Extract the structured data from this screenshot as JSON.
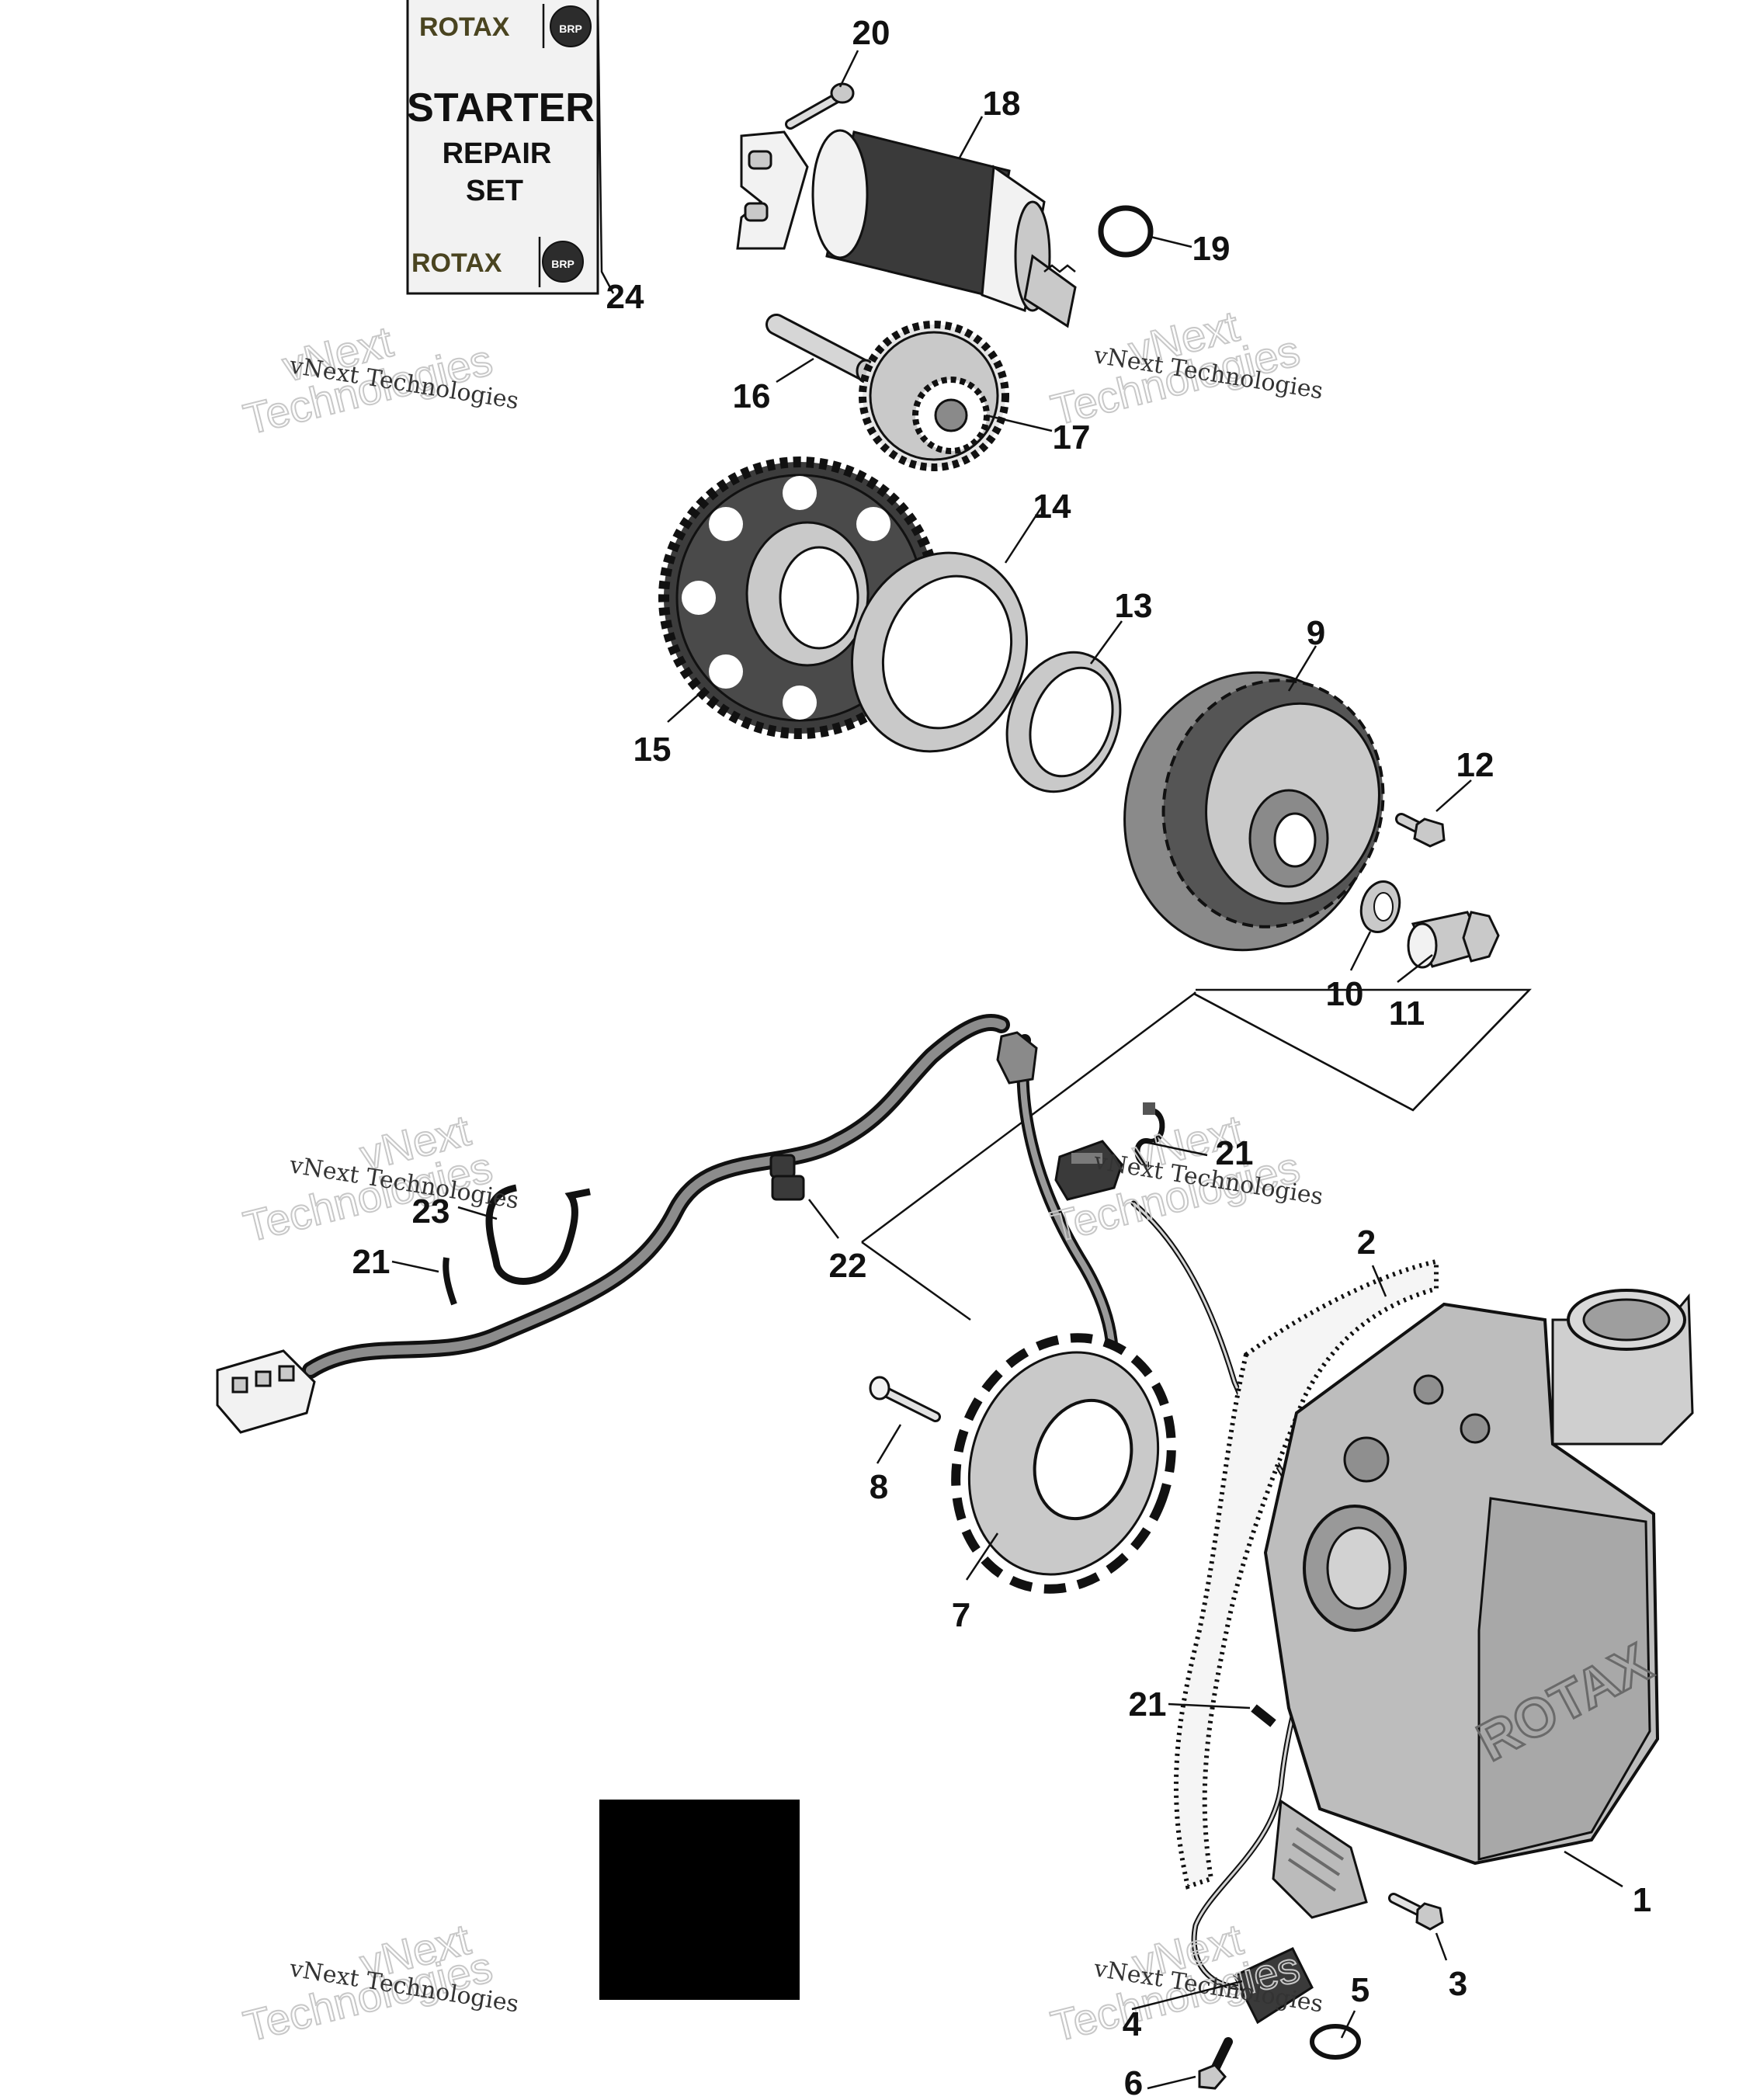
{
  "kit_label": {
    "brand_top": "ROTAX",
    "brand_bottom": "ROTAX",
    "badge": "BRP",
    "line1": "STARTER",
    "line2": "REPAIR",
    "line3": "SET"
  },
  "cover_emboss": "ROTAX",
  "watermark": {
    "small": "vNext Technologies",
    "big_line1": "vNext",
    "big_line2": "Technologies"
  },
  "callouts": [
    {
      "id": "c20",
      "text": "20"
    },
    {
      "id": "c18",
      "text": "18"
    },
    {
      "id": "c19",
      "text": "19"
    },
    {
      "id": "c24",
      "text": "24"
    },
    {
      "id": "c16",
      "text": "16"
    },
    {
      "id": "c17",
      "text": "17"
    },
    {
      "id": "c14",
      "text": "14"
    },
    {
      "id": "c13",
      "text": "13"
    },
    {
      "id": "c9",
      "text": "9"
    },
    {
      "id": "c15",
      "text": "15"
    },
    {
      "id": "c12",
      "text": "12"
    },
    {
      "id": "c10",
      "text": "10"
    },
    {
      "id": "c11",
      "text": "11"
    },
    {
      "id": "c21a",
      "text": "21"
    },
    {
      "id": "c23",
      "text": "23"
    },
    {
      "id": "c21b",
      "text": "21"
    },
    {
      "id": "c22",
      "text": "22"
    },
    {
      "id": "c2",
      "text": "2"
    },
    {
      "id": "c8",
      "text": "8"
    },
    {
      "id": "c7",
      "text": "7"
    },
    {
      "id": "c21c",
      "text": "21"
    },
    {
      "id": "c1",
      "text": "1"
    },
    {
      "id": "c3",
      "text": "3"
    },
    {
      "id": "c4",
      "text": "4"
    },
    {
      "id": "c5",
      "text": "5"
    },
    {
      "id": "c6",
      "text": "6"
    }
  ]
}
